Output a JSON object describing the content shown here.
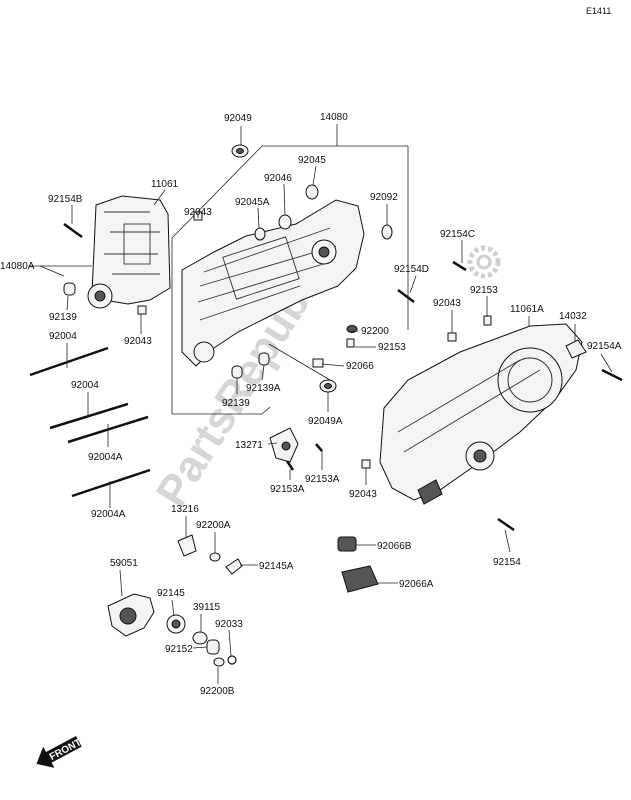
{
  "page_ref": "E1411",
  "watermark": "PartsRepublik",
  "front_label": "FRONT",
  "labels": {
    "p92049": "92049",
    "p14080": "14080",
    "p92045": "92045",
    "p92046": "92046",
    "p92045A": "92045A",
    "p92092": "92092",
    "p11061": "11061",
    "p92043a": "92043",
    "p92154B": "92154B",
    "p14080A": "14080A",
    "p92139a": "92139",
    "p92004a": "92004",
    "p92043b": "92043",
    "p92004b": "92004",
    "p92004Aa": "92004A",
    "p92004Ab": "92004A",
    "p92154C": "92154C",
    "p92154D": "92154D",
    "p92153a": "92153",
    "p92043c": "92043",
    "p11061A": "11061A",
    "p14032": "14032",
    "p92154A": "92154A",
    "p92200": "92200",
    "p92153b": "92153",
    "p92066": "92066",
    "p92139A": "92139A",
    "p92139b": "92139",
    "p92049A": "92049A",
    "p13271": "13271",
    "p92153Aa": "92153A",
    "p92153Ab": "92153A",
    "p92043d": "92043",
    "p13216": "13216",
    "p92200A": "92200A",
    "p92145A": "92145A",
    "p92066B": "92066B",
    "p92154": "92154",
    "p59051": "59051",
    "p92145": "92145",
    "p39115": "39115",
    "p92033": "92033",
    "p92066A": "92066A",
    "p92152": "92152",
    "p92200B": "92200B"
  }
}
